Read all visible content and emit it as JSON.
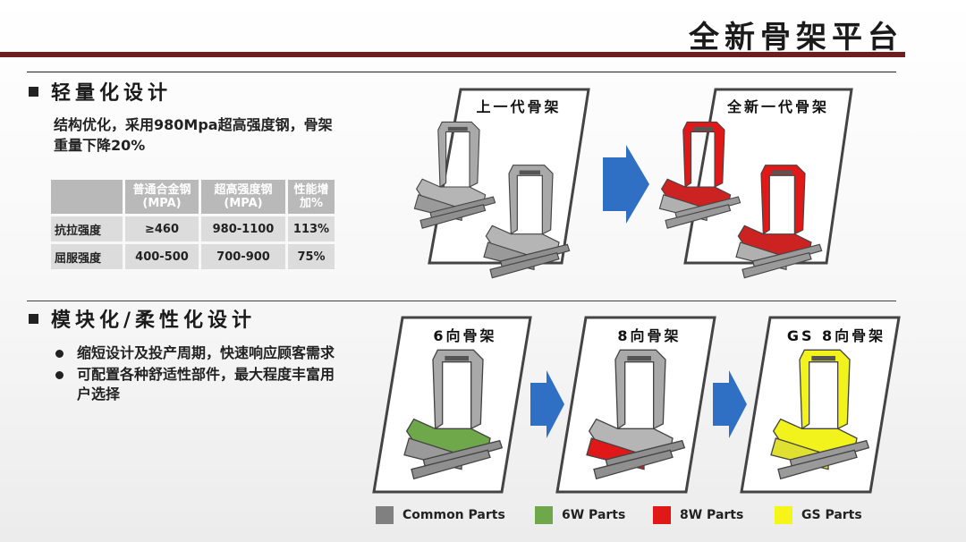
{
  "header": {
    "title": "全新骨架平台"
  },
  "section1": {
    "heading": "轻量化设计",
    "description": "结构优化，采用980Mpa超高强度钢，骨架重量下降20%",
    "table": {
      "columns": [
        "普通合金钢(MPA)",
        "超高强度钢(MPA)",
        "性能增加%"
      ],
      "rows": [
        {
          "label": "抗拉强度",
          "values": [
            "≥460",
            "980-1100",
            "113%"
          ]
        },
        {
          "label": "屈服强度",
          "values": [
            "400-500",
            "700-900",
            "75%"
          ]
        }
      ]
    },
    "frames": [
      {
        "label": "上一代骨架"
      },
      {
        "label": "全新一代骨架"
      }
    ]
  },
  "section2": {
    "heading": "模块化/柔性化设计",
    "bullets": [
      "缩短设计及投产周期，快速响应顾客需求",
      "可配置各种舒适性部件，最大程度丰富用户选择"
    ],
    "frames": [
      {
        "label": "6向骨架"
      },
      {
        "label": "8向骨架"
      },
      {
        "label": "GS 8向骨架"
      }
    ]
  },
  "legend": [
    {
      "label": "Common Parts",
      "color": "#808080"
    },
    {
      "label": "6W Parts",
      "color": "#6fa84a"
    },
    {
      "label": "8W Parts",
      "color": "#e01818"
    },
    {
      "label": "GS Parts",
      "color": "#f5f51a"
    }
  ],
  "colors": {
    "accent_bar": "#6e1e1e",
    "arrow": "#2f6fc4",
    "frame_gray": "#9a9a9a",
    "frame_red": "#e01818",
    "frame_yellow": "#f2f21c",
    "frame_green": "#6fa84a"
  }
}
